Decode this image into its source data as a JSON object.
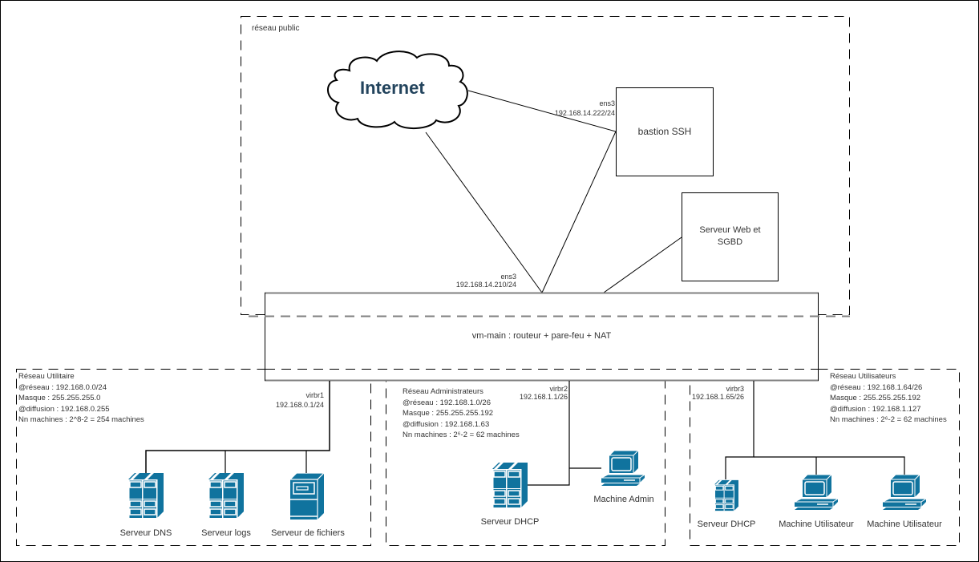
{
  "public_network": {
    "label": "réseau public",
    "internet_label": "Internet",
    "bastion": {
      "label": "bastion SSH",
      "iface": "ens3",
      "ip": "192.168.14.222/24"
    },
    "web_server": {
      "label_line1": "Serveur Web et",
      "label_line2": "SGBD"
    }
  },
  "router": {
    "label": "vm-main : routeur + pare-feu + NAT",
    "wan_iface": "ens3",
    "wan_ip": "192.168.14.210/24"
  },
  "networks": [
    {
      "name": "Réseau Utilitaire",
      "network": "@réseau : 192.168.0.0/24",
      "mask": "Masque : 255.255.255.0",
      "broadcast": "@diffusion : 192.168.0.255",
      "hosts": "Nn machines : 2^8-2 = 254 machines",
      "bridge": "virbr1",
      "bridge_ip": "192.168.0.1/24",
      "devices": [
        {
          "label": "Serveur DNS",
          "icon": "rack-server-icon"
        },
        {
          "label": "Serveur logs",
          "icon": "rack-server-icon"
        },
        {
          "label": "Serveur de fichiers",
          "icon": "tower-server-icon"
        }
      ]
    },
    {
      "name": "Réseau Administrateurs",
      "network": "@réseau : 192.168.1.0/26",
      "mask": "Masque : 255.255.255.192",
      "broadcast": "@diffusion : 192.168.1.63",
      "hosts": "Nn machines : 2⁶-2 = 62 machines",
      "bridge": "virbr2",
      "bridge_ip": "192.168.1.1/26",
      "devices": [
        {
          "label": "Serveur DHCP",
          "icon": "rack-server-icon"
        },
        {
          "label": "Machine Admin",
          "icon": "workstation-icon"
        }
      ]
    },
    {
      "name": "Réseau Utilisateurs",
      "network": "@réseau : 192.168.1.64/26",
      "mask": "Masque : 255.255.255.192",
      "broadcast": "@diffusion : 192.168.1.127",
      "hosts": "Nn machines : 2⁶-2 = 62 machines",
      "bridge": "virbr3",
      "bridge_ip": "192.168.1.65/26",
      "devices": [
        {
          "label": "Serveur DHCP",
          "icon": "rack-server-icon"
        },
        {
          "label": "Machine Utilisateur",
          "icon": "workstation-icon"
        },
        {
          "label": "Machine Utilisateur",
          "icon": "workstation-icon"
        }
      ]
    }
  ],
  "colors": {
    "icon_fill": "#10739e",
    "internet_text": "#23445d",
    "line": "#000000",
    "router_border_gray": "#808080"
  }
}
